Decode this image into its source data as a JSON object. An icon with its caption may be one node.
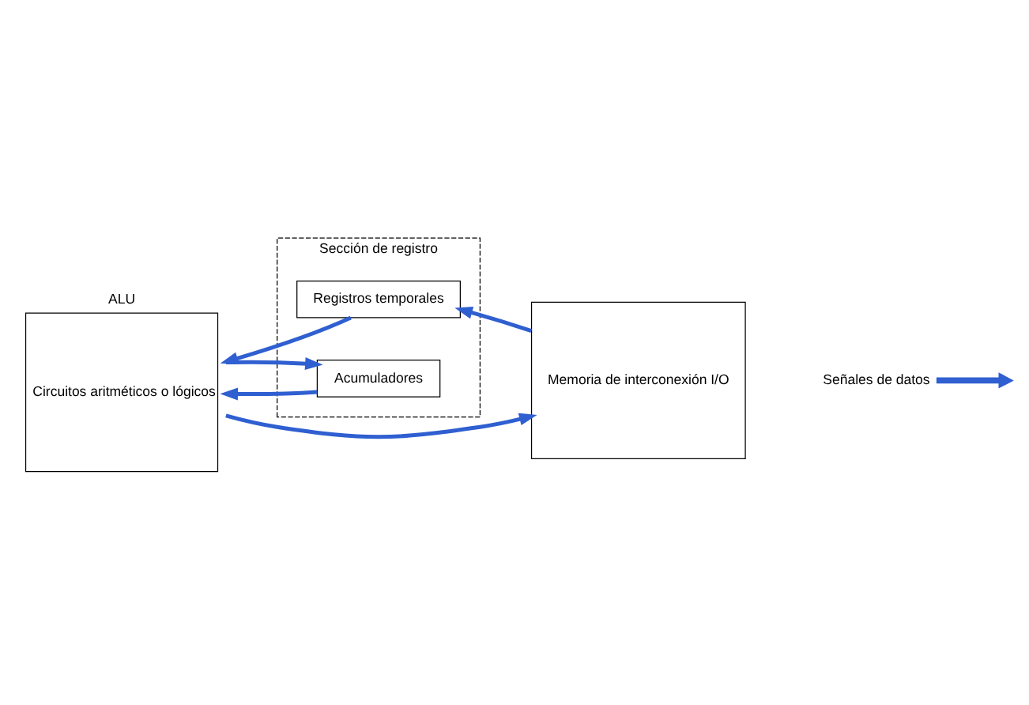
{
  "diagram": {
    "nodes": [
      {
        "text": [
          "ALU",
          "Circuitos aritméticos o lógicos"
        ]
      },
      {
        "text": [
          "Sección de registro"
        ]
      },
      {
        "text": [
          "Registros temporales"
        ],
        "in": 1
      },
      {
        "text": [
          "Acumuladores"
        ],
        "in": 1
      },
      {
        "text": [
          "Memoria de interconexión I/O"
        ]
      }
    ],
    "edges": [
      {
        "from": 4,
        "to": 2,
        "arrow": "to"
      },
      {
        "from": 2,
        "to": 0,
        "arrow": "to"
      },
      {
        "from": 3,
        "to": 0,
        "arrow": "to"
      },
      {
        "from": 0,
        "to": 3,
        "arrow": "to"
      },
      {
        "from": 0,
        "to": 4,
        "arrow": "to"
      }
    ],
    "legend": [
      {
        "text": "Señales de datos"
      }
    ]
  }
}
